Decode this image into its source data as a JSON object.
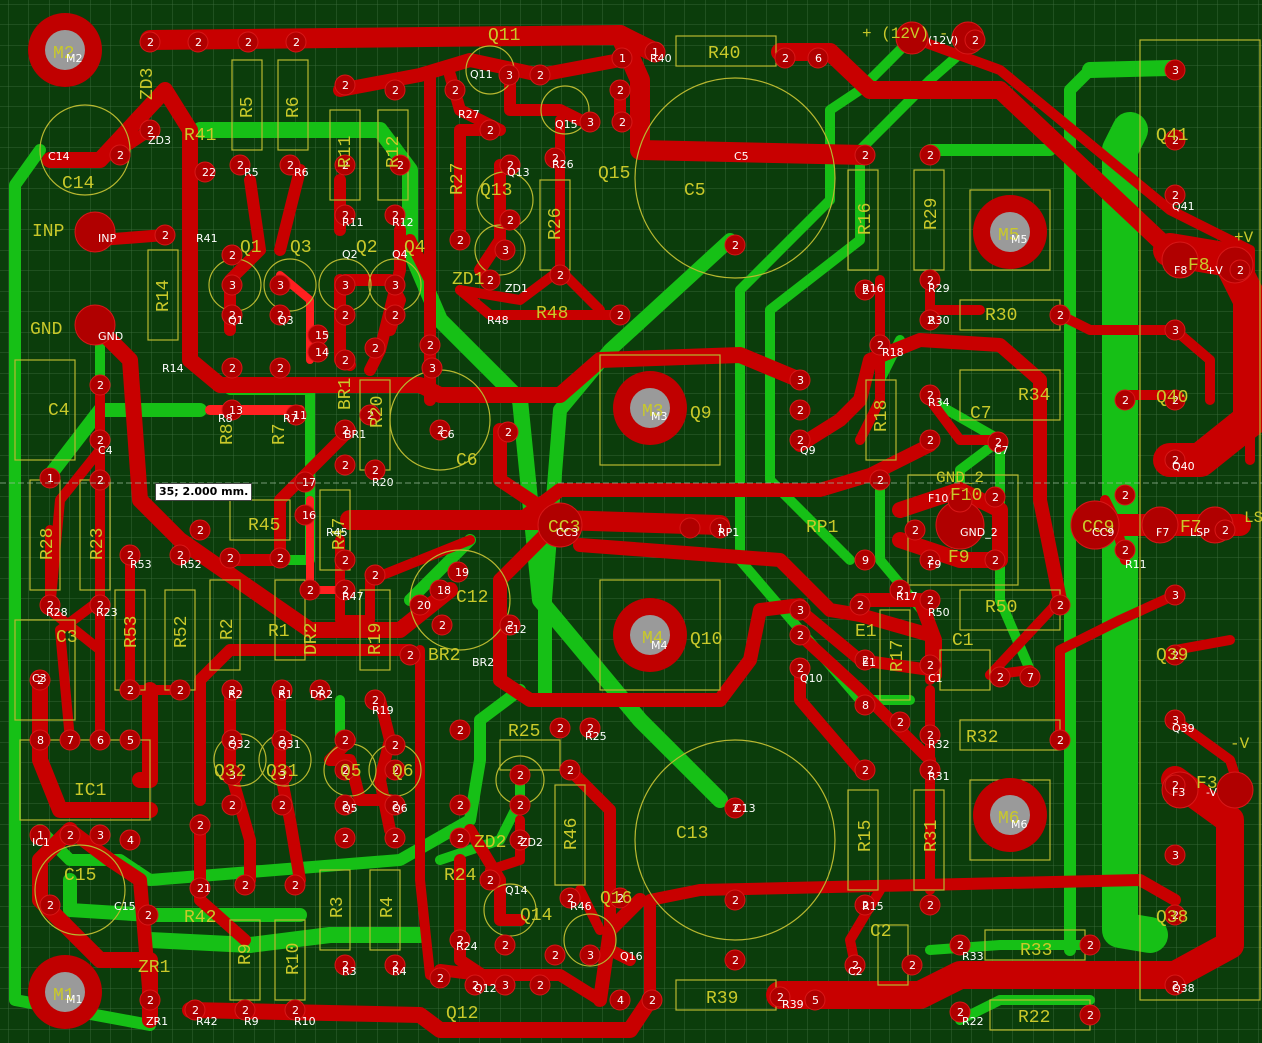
{
  "board": {
    "colors": {
      "background": "#0b3d0b",
      "grid": "#3a6a3a",
      "top_copper": "#c80000",
      "bottom_copper": "#18c018",
      "silkscreen": "#c9c92a",
      "hole": "#9a9a9a"
    }
  },
  "tooltip": {
    "text": "35; 2.000 mm."
  },
  "mounting_holes": [
    {
      "silk": "M2",
      "ref": "M2"
    },
    {
      "silk": "M5",
      "ref": "M5"
    },
    {
      "silk": "M3",
      "ref": "M3"
    },
    {
      "silk": "M4",
      "ref": "M4"
    },
    {
      "silk": "M6",
      "ref": "M6"
    },
    {
      "silk": "M1",
      "ref": "M1"
    }
  ],
  "silk_labels": {
    "Q11": "Q11",
    "R40": "R40",
    "V12": "+ (12V) -",
    "ZD3": "ZD3",
    "R5": "R5",
    "R6": "R6",
    "R41": "R41",
    "C14": "C14",
    "R11": "R11",
    "R12": "R12",
    "R27": "R27",
    "Q13": "Q13",
    "R26": "R26",
    "Q15": "Q15",
    "C5": "C5",
    "R16": "R16",
    "R29": "R29",
    "Q41": "Q41",
    "INP": "INP",
    "Q1": "Q1",
    "Q3": "Q3",
    "Q2": "Q2",
    "Q4": "Q4",
    "ZD1": "ZD1",
    "R48": "R48",
    "F8": "F8",
    "V_POS": "+V",
    "R14": "R14",
    "GND": "GND",
    "R30": "R30",
    "C4": "C4",
    "R8": "R8",
    "R7": "R7",
    "BR1": "BR1",
    "R20": "R20",
    "C6": "C6",
    "Q9": "Q9",
    "R18": "R18",
    "C7": "C7",
    "R34": "R34",
    "Q40": "Q40",
    "GND_2": "GND_2",
    "F10": "F10",
    "R28": "R28",
    "R23": "R23",
    "R45": "R45",
    "R47": "R47",
    "CC3": "CC3",
    "RP1": "RP1",
    "F9": "F9",
    "CC9": "CC9",
    "F7": "F7",
    "LS": "LS",
    "C12": "C12",
    "C3": "C3",
    "R53": "R53",
    "R52": "R52",
    "R2": "R2",
    "R1": "R1",
    "DR2": "DR2",
    "R19": "R19",
    "BR2": "BR2",
    "Q10": "Q10",
    "R50": "R50",
    "E1": "E1",
    "R17": "R17",
    "C1": "C1",
    "Q39": "Q39",
    "V_NEG": "-V",
    "R25": "R25",
    "R32": "R32",
    "IC1": "IC1",
    "Q32": "Q32",
    "Q31": "Q31",
    "Q5": "Q5",
    "Q6": "Q6",
    "R46": "R46",
    "F3": "F3",
    "C13": "C13",
    "R15": "R15",
    "R31": "R31",
    "C15": "C15",
    "ZD2": "ZD2",
    "R24": "R24",
    "R42": "R42",
    "R3": "R3",
    "R4": "R4",
    "Q14": "Q14",
    "Q16": "Q16",
    "C2": "C2",
    "R33": "R33",
    "Q38": "Q38",
    "ZR1": "ZR1",
    "R9": "R9",
    "R10": "R10",
    "Q12": "Q12",
    "R39": "R39",
    "R22": "R22"
  },
  "pad_refs": {
    "r_Q11": "Q11",
    "r_R40": "R40",
    "r_V12": "(12V)",
    "r_R27": "R27",
    "r_Q15": "Q15",
    "r_C14": "C14",
    "r_ZD3": "ZD3",
    "r_R26": "R26",
    "r_C5": "C5",
    "r_R5": "R5",
    "r_R6": "R6",
    "r_Q13": "Q13",
    "r_R11": "R11",
    "r_R12": "R12",
    "r_Q41": "Q41",
    "r_INP": "INP",
    "r_R41": "R41",
    "r_Q2": "Q2",
    "r_Q4": "Q4",
    "r_ZD1": "ZD1",
    "r_R16": "R16",
    "r_R29": "R29",
    "r_F8": "F8",
    "r_Vp": "+V",
    "r_Q1": "Q1",
    "r_Q3": "Q3",
    "r_R48": "R48",
    "r_R30": "R30",
    "r_GND": "GND",
    "r_R14": "R14",
    "r_R18": "R18",
    "r_R8": "R8",
    "r_R7": "R7",
    "r_BR1": "BR1",
    "r_C6": "C6",
    "r_R34": "R34",
    "r_C4": "C4",
    "r_Q9": "Q9",
    "r_C7": "C7",
    "r_R20": "R20",
    "r_Q40": "Q40",
    "r_F10": "F10",
    "r_R45": "R45",
    "r_CC3": "CC3",
    "r_RP1": "RP1",
    "r_GND2": "GND_2",
    "r_CC9": "CC9",
    "r_F7": "F7",
    "r_LSP": "LSP",
    "r_R53": "R53",
    "r_R52": "R52",
    "r_F9": "F9",
    "r_R11b": "R11",
    "r_R28": "R28",
    "r_R23": "R23",
    "r_R47": "R47",
    "r_R17": "R17",
    "r_R50": "R50",
    "r_C12": "C12",
    "r_BR2": "BR2",
    "r_E1": "E1",
    "r_C3": "C3",
    "r_R2": "R2",
    "r_R1": "R1",
    "r_DR2": "DR2",
    "r_Q10": "Q10",
    "r_C1": "C1",
    "r_R19": "R19",
    "r_R25": "R25",
    "r_Q32": "Q32",
    "r_Q31": "Q31",
    "r_R32": "R32",
    "r_Q39": "Q39",
    "r_R31": "R31",
    "r_Q5": "Q5",
    "r_Q6": "Q6",
    "r_ZD2": "ZD2",
    "r_IC1": "IC1",
    "r_C13": "C13",
    "r_F3": "F3",
    "r_Vn": "-V",
    "r_Q14": "Q14",
    "r_R46": "R46",
    "r_C15": "C15",
    "r_R15": "R15",
    "r_R24": "R24",
    "r_Q16": "Q16",
    "r_R33": "R33",
    "r_C2": "C2",
    "r_R3": "R3",
    "r_R4": "R4",
    "r_Q12": "Q12",
    "r_R39": "R39",
    "r_Q38": "Q38",
    "r_ZR1": "ZR1",
    "r_R42": "R42",
    "r_R9": "R9",
    "r_R10": "R10",
    "r_R22": "R22"
  },
  "pin_numbers": {
    "one": "1",
    "two": "2",
    "three": "3",
    "four": "4",
    "five": "5",
    "six": "6",
    "seven": "7",
    "eight": "8",
    "nine": "9",
    "eleven": "11",
    "thirteen": "13",
    "fourteen": "14",
    "fifteen": "15",
    "sixteen": "16",
    "seventeen": "17",
    "eighteen": "18",
    "nineteen": "19",
    "twenty": "20",
    "twentyone": "21",
    "twentytwo": "22"
  }
}
